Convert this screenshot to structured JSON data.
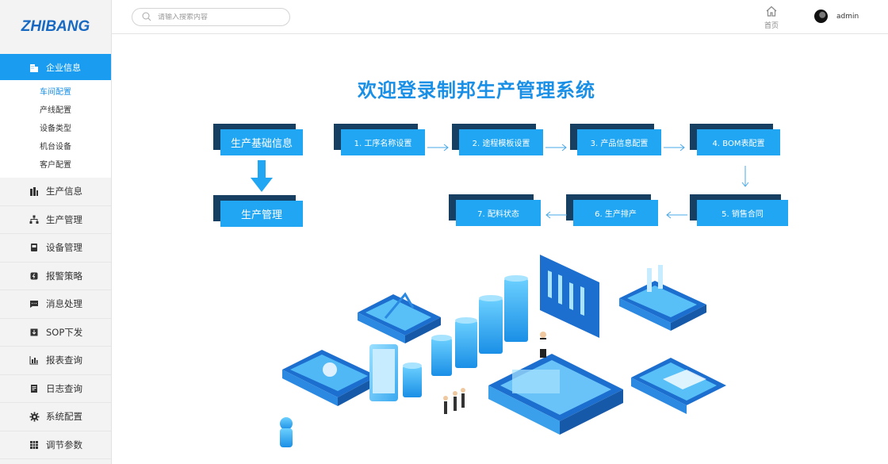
{
  "logo": "ZHIBANG",
  "sidebar": {
    "active_menu": "企业信息",
    "submenu": [
      "车间配置",
      "产线配置",
      "设备类型",
      "机台设备",
      "客户配置"
    ],
    "items": [
      "生产信息",
      "生产管理",
      "设备管理",
      "报警策略",
      "消息处理",
      "SOP下发",
      "报表查询",
      "日志查询",
      "系统配置",
      "调节参数"
    ]
  },
  "header": {
    "search_placeholder": "请输入搜索内容",
    "home_label": "首页",
    "user": "admin"
  },
  "main": {
    "welcome": "欢迎登录制邦生产管理系统",
    "left_boxes": [
      "生产基础信息",
      "生产管理"
    ],
    "flow": [
      "1. 工序名称设置",
      "2. 途程模板设置",
      "3. 产品信息配置",
      "4. BOM表配置",
      "5. 销售合同",
      "6. 生产排产",
      "7. 配料状态"
    ]
  },
  "colors": {
    "accent": "#1a9df0",
    "box": "#21a6f3",
    "box_shadow": "#163f62"
  }
}
